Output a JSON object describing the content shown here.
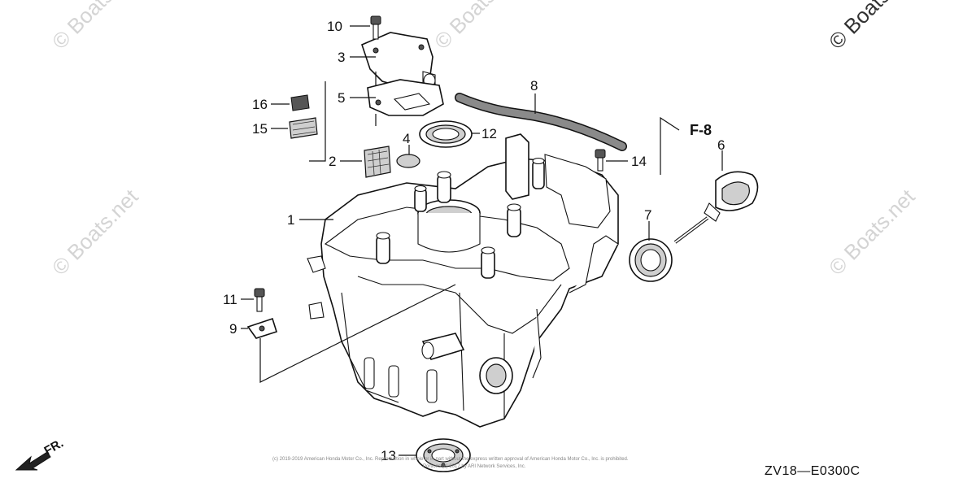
{
  "diagram": {
    "callouts": [
      {
        "id": "1",
        "label": "1"
      },
      {
        "id": "2",
        "label": "2"
      },
      {
        "id": "3",
        "label": "3"
      },
      {
        "id": "4",
        "label": "4"
      },
      {
        "id": "5",
        "label": "5"
      },
      {
        "id": "6",
        "label": "6"
      },
      {
        "id": "7",
        "label": "7"
      },
      {
        "id": "8",
        "label": "8"
      },
      {
        "id": "9",
        "label": "9"
      },
      {
        "id": "10",
        "label": "10"
      },
      {
        "id": "11",
        "label": "11"
      },
      {
        "id": "12",
        "label": "12"
      },
      {
        "id": "13",
        "label": "13"
      },
      {
        "id": "14",
        "label": "14"
      },
      {
        "id": "15",
        "label": "15"
      },
      {
        "id": "16",
        "label": "16"
      }
    ],
    "section_ref": "F-8",
    "direction_label": "FR.",
    "diagram_code": "ZV18—E0300C",
    "watermark": "© Boats.net",
    "copyright_line1": "(c) 2019-2019 American Honda Motor Co., Inc. Reproduction in whole or in part without the express written approval of American Honda Motor Co., Inc. is prohibited.",
    "copyright_line2": "Portions (c) 2017 by ARI Network Services, Inc."
  }
}
